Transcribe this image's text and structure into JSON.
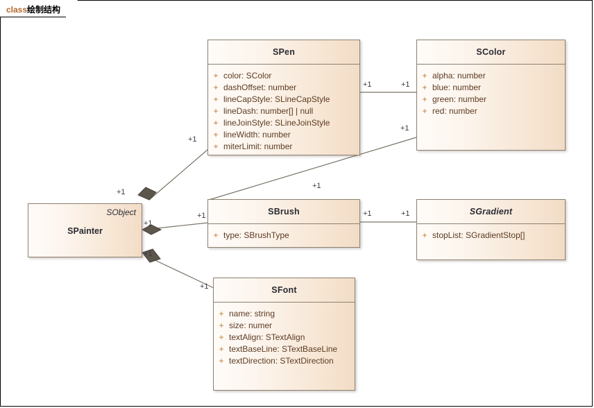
{
  "diagram": {
    "frame_label_keyword": "class",
    "frame_label_name": "绘制结构",
    "visibility_public": "+",
    "colors": {
      "border": "#8c8070",
      "header_start": "#fefbf8",
      "header_end": "#f2dcc6",
      "attr_text": "#5c3b22",
      "visibility_text": "#c07a30",
      "title_text": "#2b2b33",
      "keyword_text": "#b06a2c",
      "link_line": "#7a7468",
      "diamond_fill": "#5c564d",
      "frame": "#000000"
    }
  },
  "classes": {
    "spainter": {
      "name": "SPainter",
      "stereotype": "SObject",
      "attributes": []
    },
    "spen": {
      "name": "SPen",
      "attributes": [
        {
          "vis": "+",
          "text": "color: SColor"
        },
        {
          "vis": "+",
          "text": "dashOffset: number"
        },
        {
          "vis": "+",
          "text": "lineCapStyle: SLineCapStyle"
        },
        {
          "vis": "+",
          "text": "lineDash: number[] | null"
        },
        {
          "vis": "+",
          "text": "lineJoinStyle: SLineJoinStyle"
        },
        {
          "vis": "+",
          "text": "lineWidth: number"
        },
        {
          "vis": "+",
          "text": "miterLimit: number"
        }
      ]
    },
    "scolor": {
      "name": "SColor",
      "attributes": [
        {
          "vis": "+",
          "text": "alpha: number"
        },
        {
          "vis": "+",
          "text": "blue: number"
        },
        {
          "vis": "+",
          "text": "green: number"
        },
        {
          "vis": "+",
          "text": "red: number"
        }
      ]
    },
    "sbrush": {
      "name": "SBrush",
      "attributes": [
        {
          "vis": "+",
          "text": "type: SBrushType"
        }
      ]
    },
    "sgradient": {
      "name": "SGradient",
      "abstract": true,
      "attributes": [
        {
          "vis": "+",
          "text": "stopList: SGradientStop[]"
        }
      ]
    },
    "sfont": {
      "name": "SFont",
      "attributes": [
        {
          "vis": "+",
          "text": "name: string"
        },
        {
          "vis": "+",
          "text": "size: numer"
        },
        {
          "vis": "+",
          "text": "textAlign: STextAlign"
        },
        {
          "vis": "+",
          "text": "textBaseLine: STextBaseLine"
        },
        {
          "vis": "+",
          "text": "textDirection: STextDirection"
        }
      ]
    }
  },
  "associations": [
    {
      "id": "painter-pen",
      "from": "SPainter",
      "to": "SPen",
      "type": "composition",
      "from_mult": "+1",
      "to_mult": "+1"
    },
    {
      "id": "painter-brush",
      "from": "SPainter",
      "to": "SBrush",
      "type": "composition",
      "from_mult": "+1",
      "to_mult": "+1"
    },
    {
      "id": "painter-font",
      "from": "SPainter",
      "to": "SFont",
      "type": "composition",
      "from_mult": "+1",
      "to_mult": "+1"
    },
    {
      "id": "pen-color",
      "from": "SPen",
      "to": "SColor",
      "type": "association",
      "from_mult": "+1",
      "to_mult": "+1"
    },
    {
      "id": "brush-color",
      "from": "SBrush",
      "to": "SColor",
      "type": "association",
      "from_mult": "+1",
      "to_mult": "+1"
    },
    {
      "id": "brush-gradient",
      "from": "SBrush",
      "to": "SGradient",
      "type": "association",
      "from_mult": "+1",
      "to_mult": "+1"
    }
  ],
  "multiplicity_labels": [
    {
      "key": "painter_pen_near",
      "value": "+1"
    },
    {
      "key": "painter_pen_far",
      "value": "+1"
    },
    {
      "key": "painter_brush_near",
      "value": "+1"
    },
    {
      "key": "painter_brush_far",
      "value": "+1"
    },
    {
      "key": "painter_font_near",
      "value": "+1"
    },
    {
      "key": "painter_font_far",
      "value": "+1"
    },
    {
      "key": "pen_color_left",
      "value": "+1"
    },
    {
      "key": "pen_color_right",
      "value": "+1"
    },
    {
      "key": "brush_color_lower",
      "value": "+1"
    },
    {
      "key": "brush_color_upper",
      "value": "+1"
    },
    {
      "key": "brush_grad_left",
      "value": "+1"
    },
    {
      "key": "brush_grad_right",
      "value": "+1"
    }
  ]
}
